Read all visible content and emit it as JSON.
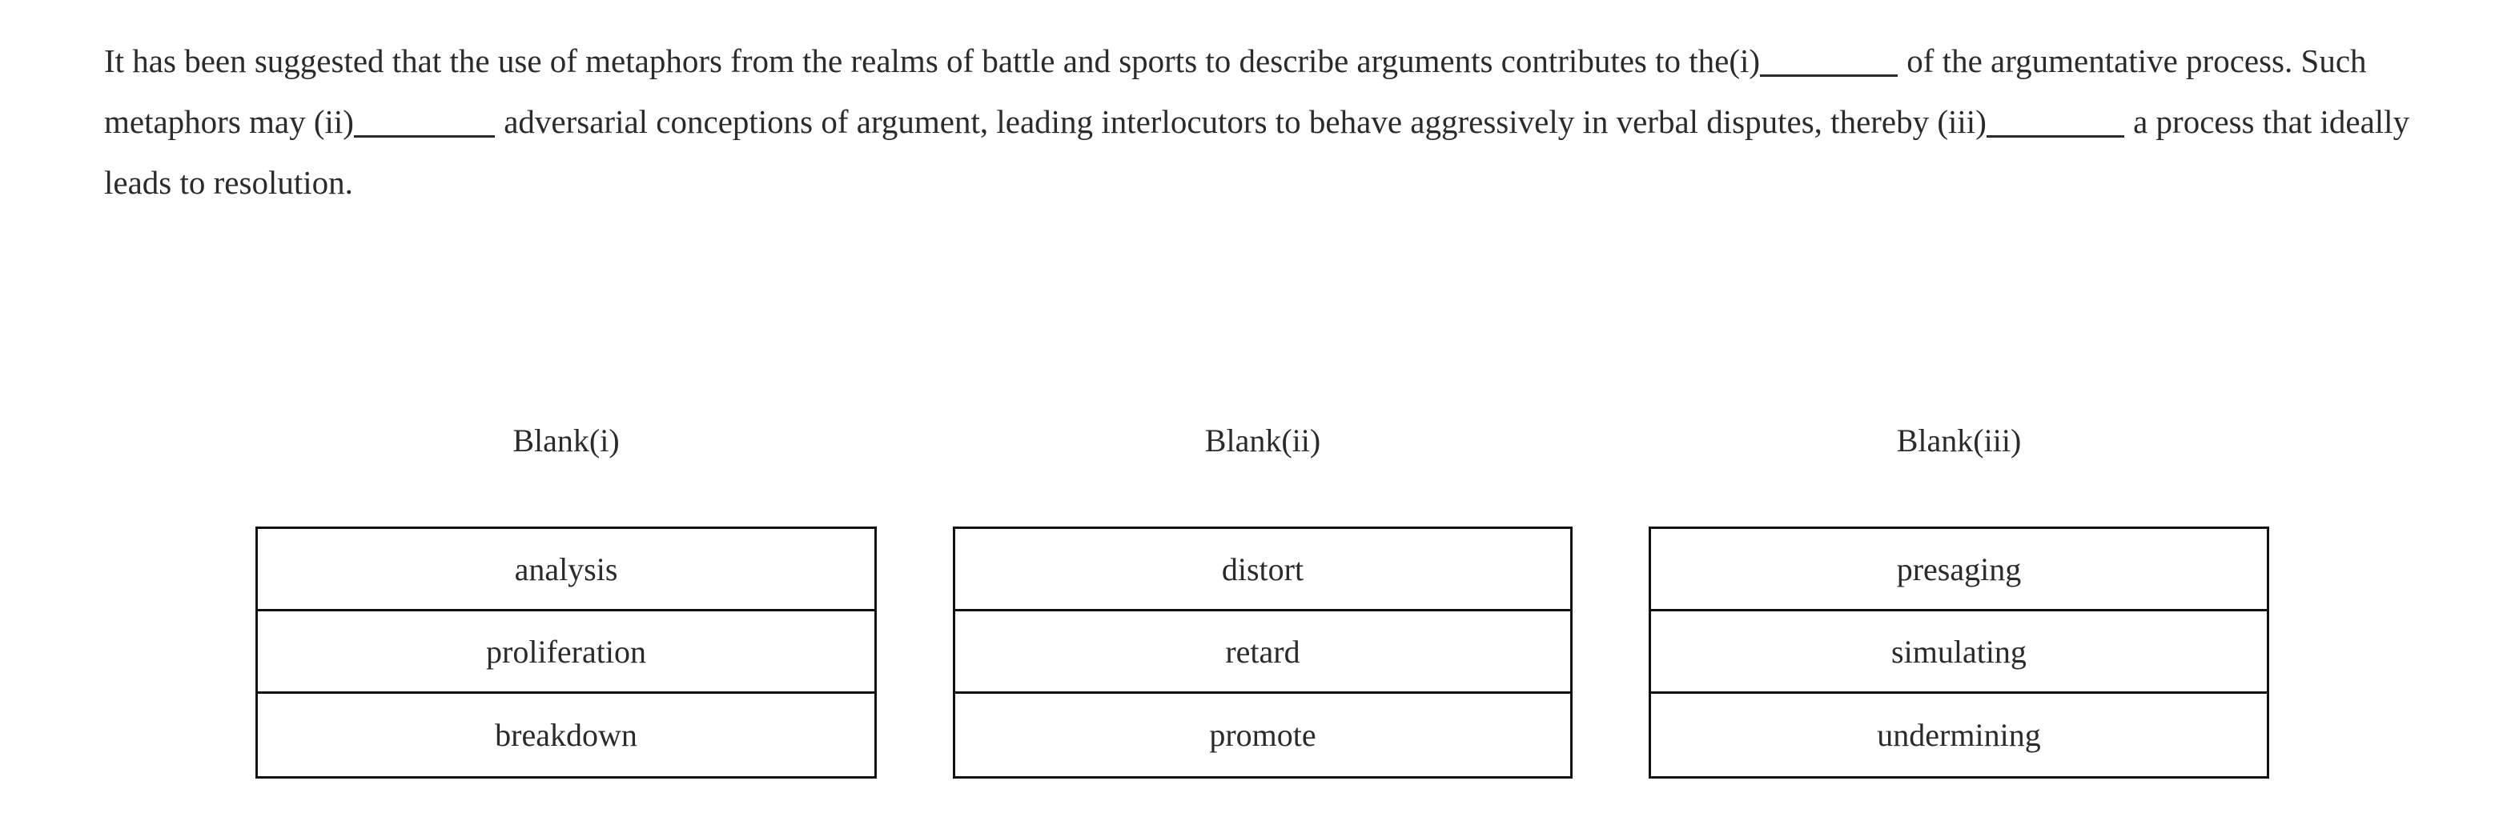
{
  "passage": {
    "segments": [
      {
        "type": "text",
        "value": "It has been suggested that the use of metaphors from the realms of battle and sports to describe arguments contributes to the "
      },
      {
        "type": "text",
        "value": "(i)"
      },
      {
        "type": "blank",
        "label": "blank-i"
      },
      {
        "type": "text",
        "value": " of the argumentative process. Such metaphors may "
      },
      {
        "type": "text",
        "value": "(ii)"
      },
      {
        "type": "blank",
        "label": "blank-ii"
      },
      {
        "type": "text",
        "value": " adversarial conceptions of argument, leading interlocutors to behave aggressively in verbal disputes, thereby "
      },
      {
        "type": "text",
        "value": "(iii)"
      },
      {
        "type": "blank",
        "label": "blank-iii"
      },
      {
        "type": "text",
        "value": " a process that ideally leads to resolution."
      }
    ],
    "line1": "It has been suggested that the use of metaphors from the realms of battle and sports to describe arguments contributes to the",
    "line2_prefix": "(i)",
    "line2_after_blank": " of the argumentative process. Such metaphors may (ii)",
    "line2_tail": " adversarial conceptions of argument, leading",
    "line3_prefix": "interlocutors to behave aggressively in verbal disputes, thereby (iii)",
    "line3_tail": " a process that ideally leads to resolution."
  },
  "columns": [
    {
      "id": "blank-i",
      "header": "Blank(i)",
      "options": [
        "analysis",
        "proliferation",
        "breakdown"
      ]
    },
    {
      "id": "blank-ii",
      "header": "Blank(ii)",
      "options": [
        "distort",
        "retard",
        "promote"
      ]
    },
    {
      "id": "blank-iii",
      "header": "Blank(iii)",
      "options": [
        "presaging",
        "simulating",
        "undermining"
      ]
    }
  ],
  "colors": {
    "text": "#2b2b2b",
    "border": "#111111",
    "background": "#ffffff"
  }
}
